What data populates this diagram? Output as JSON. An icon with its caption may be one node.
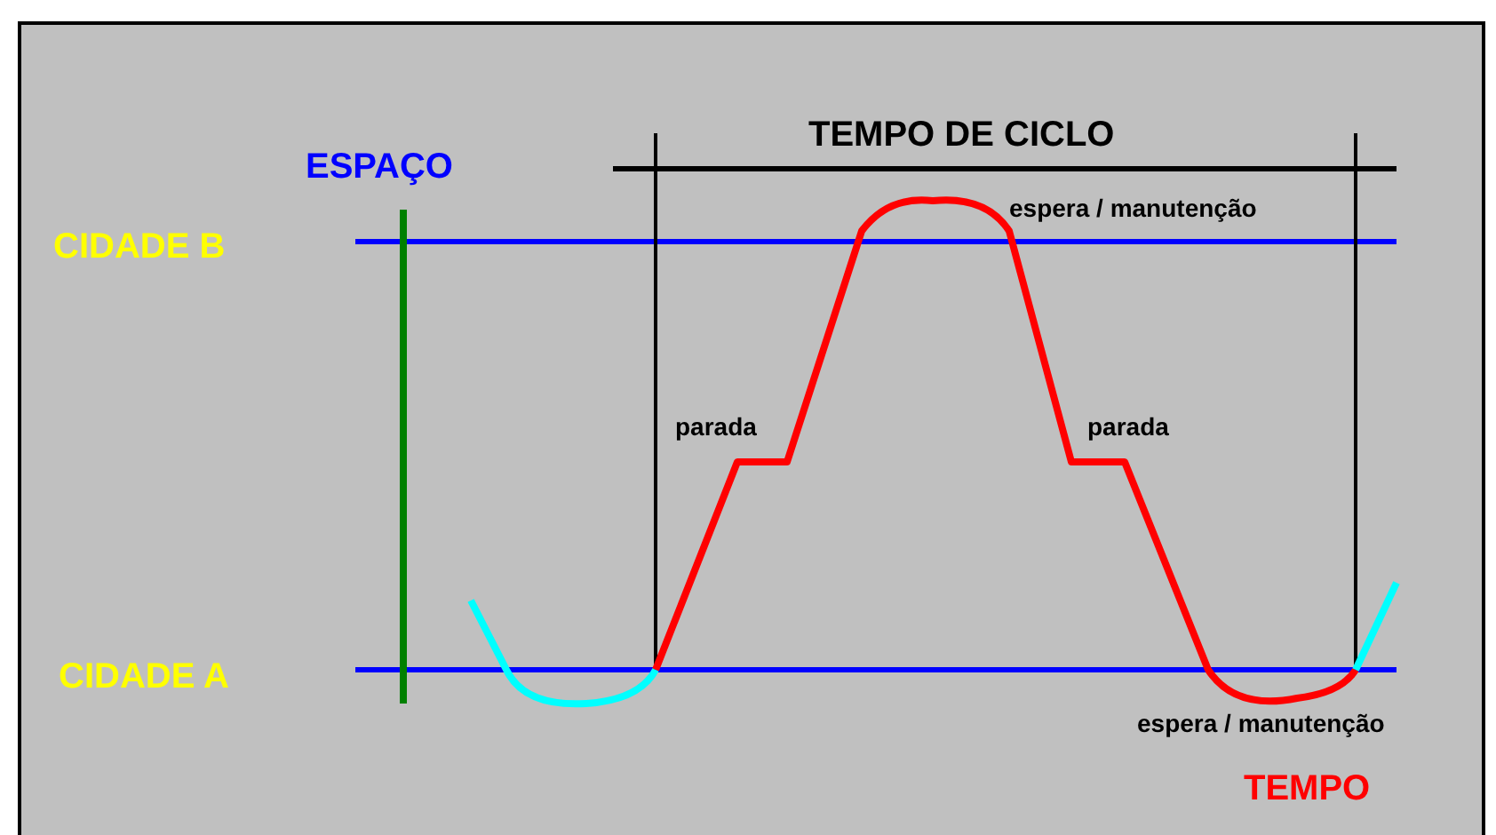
{
  "diagram": {
    "labels": [
      "TEMPO DE CICLO",
      "ESPAÇO",
      "CIDADE B",
      "espera / manutenção",
      "parada",
      "parada",
      "CIDADE A",
      "espera / manutenção",
      "TEMPO"
    ]
  }
}
